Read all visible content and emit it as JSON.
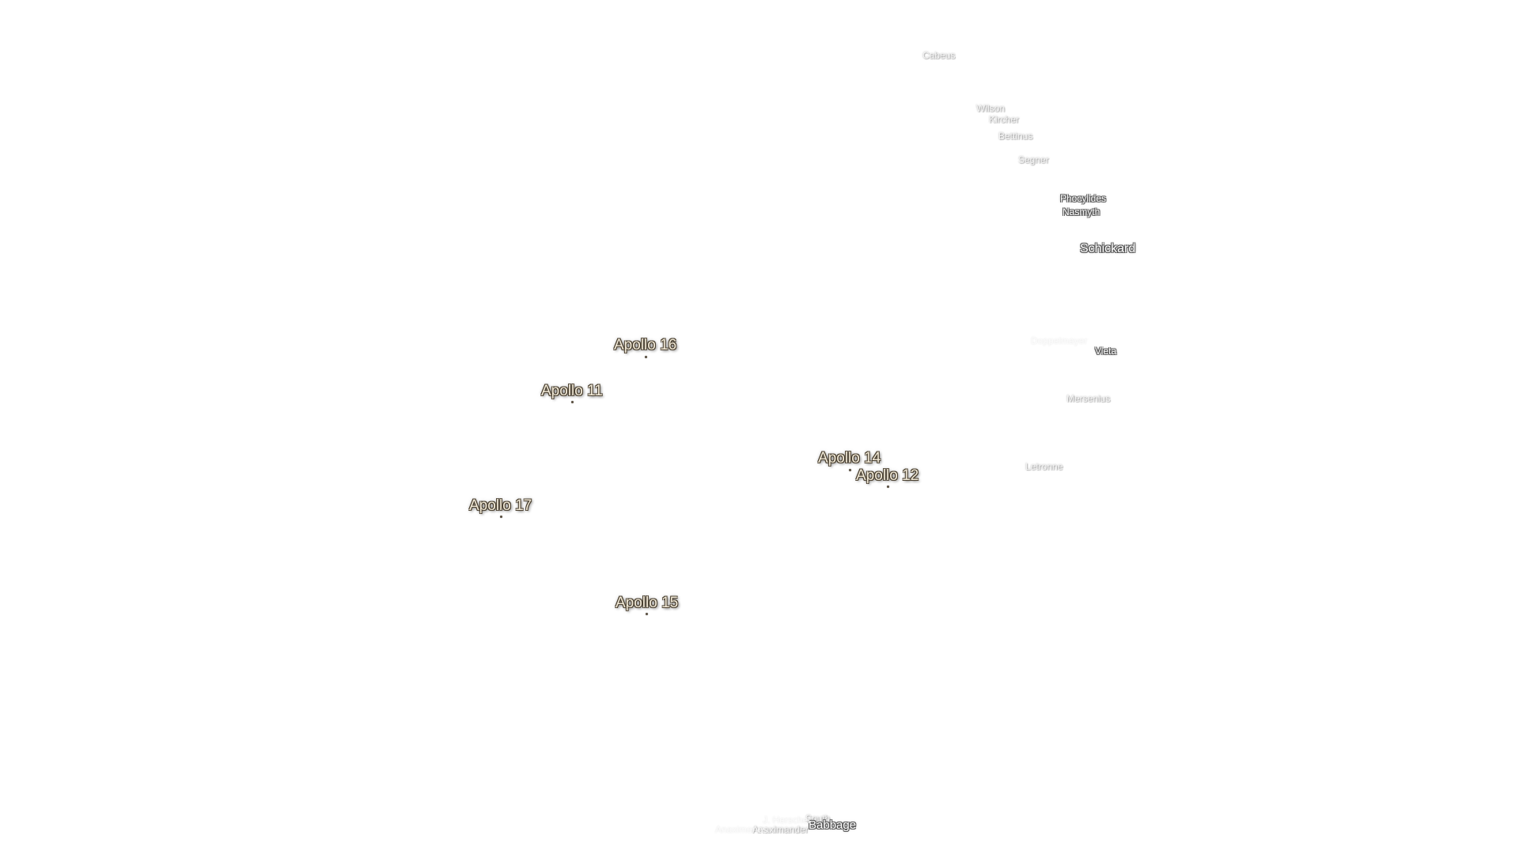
{
  "landing_sites": [
    {
      "id": "apollo-16",
      "name": "Apollo 16"
    },
    {
      "id": "apollo-11",
      "name": "Apollo 11"
    },
    {
      "id": "apollo-14",
      "name": "Apollo 14"
    },
    {
      "id": "apollo-12",
      "name": "Apollo 12"
    },
    {
      "id": "apollo-17",
      "name": "Apollo 17"
    },
    {
      "id": "apollo-15",
      "name": "Apollo 15"
    }
  ],
  "craters": [
    {
      "id": "cabeus",
      "name": "Cabeus"
    },
    {
      "id": "wilson",
      "name": "Wilson"
    },
    {
      "id": "kircher",
      "name": "Kircher"
    },
    {
      "id": "bettinus",
      "name": "Bettinus"
    },
    {
      "id": "segner",
      "name": "Segner"
    },
    {
      "id": "phocylides",
      "name": "Phocylides"
    },
    {
      "id": "nasmyth",
      "name": "Nasmyth"
    },
    {
      "id": "schickard",
      "name": "Schickard"
    },
    {
      "id": "doppelmayer",
      "name": "Doppelmayer"
    },
    {
      "id": "vieta",
      "name": "Vieta"
    },
    {
      "id": "mersenius",
      "name": "Mersenius"
    },
    {
      "id": "letronne",
      "name": "Letronne"
    },
    {
      "id": "south",
      "name": "South"
    },
    {
      "id": "babbage",
      "name": "Babbage"
    },
    {
      "id": "anaximander",
      "name": "Anaximander"
    },
    {
      "id": "anaximenes",
      "name": "Anaximenes"
    },
    {
      "id": "j-herschel",
      "name": "J. Herschel"
    }
  ],
  "colors": {
    "background": "#ffffff",
    "apollo_label": "#f2ead8",
    "crater_label": "#ffffff",
    "site_marker": "#5a5040"
  }
}
